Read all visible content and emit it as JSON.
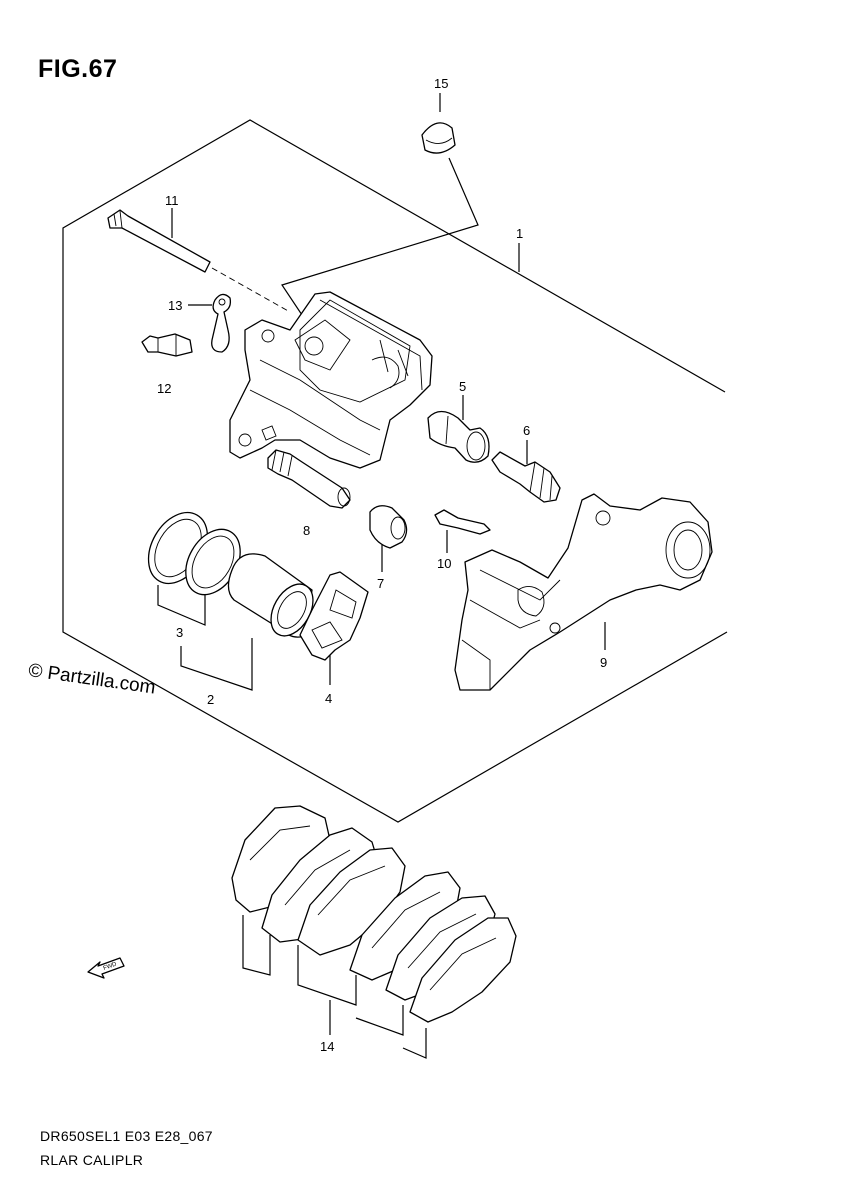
{
  "figure": {
    "title": "FIG.67",
    "watermark": "© Partzilla.com",
    "code": "DR650SEL1 E03 E28_067",
    "caption": "RLAR CALIPLR",
    "fwd_label": "FWD"
  },
  "callouts": {
    "c1": "1",
    "c2": "2",
    "c3": "3",
    "c4": "4",
    "c5": "5",
    "c6": "6",
    "c7": "7",
    "c8": "8",
    "c9": "9",
    "c10": "10",
    "c11": "11",
    "c12": "12",
    "c13": "13",
    "c14": "14",
    "c15": "15"
  }
}
